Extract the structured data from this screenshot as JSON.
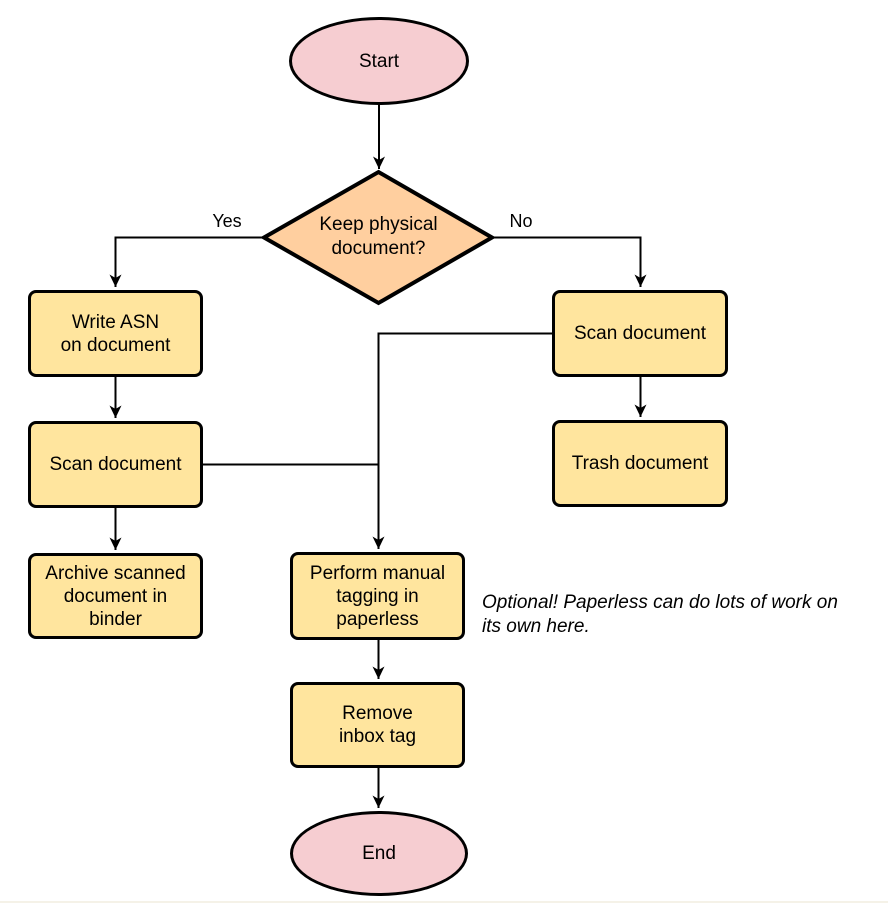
{
  "colors": {
    "terminal_fill": "#f6cdd1",
    "decision_fill": "#ffcf9f",
    "process_fill": "#ffe59e",
    "stroke": "#000000"
  },
  "nodes": {
    "start": {
      "type": "terminal",
      "label": "Start"
    },
    "decision": {
      "type": "decision",
      "label": "Keep physical\ndocument?"
    },
    "write_asn": {
      "type": "process",
      "label": "Write ASN\non document"
    },
    "scan_left": {
      "type": "process",
      "label": "Scan document"
    },
    "archive": {
      "type": "process",
      "label": "Archive scanned\ndocument in\nbinder"
    },
    "scan_right": {
      "type": "process",
      "label": "Scan document"
    },
    "trash": {
      "type": "process",
      "label": "Trash document"
    },
    "perform_tagging": {
      "type": "process",
      "label": "Perform manual\ntagging in\npaperless"
    },
    "remove_inbox": {
      "type": "process",
      "label": "Remove\ninbox tag"
    },
    "end": {
      "type": "terminal",
      "label": "End"
    }
  },
  "edge_labels": {
    "yes": "Yes",
    "no": "No"
  },
  "annotation": {
    "text": "Optional! Paperless can do lots of work on\nits own here."
  }
}
